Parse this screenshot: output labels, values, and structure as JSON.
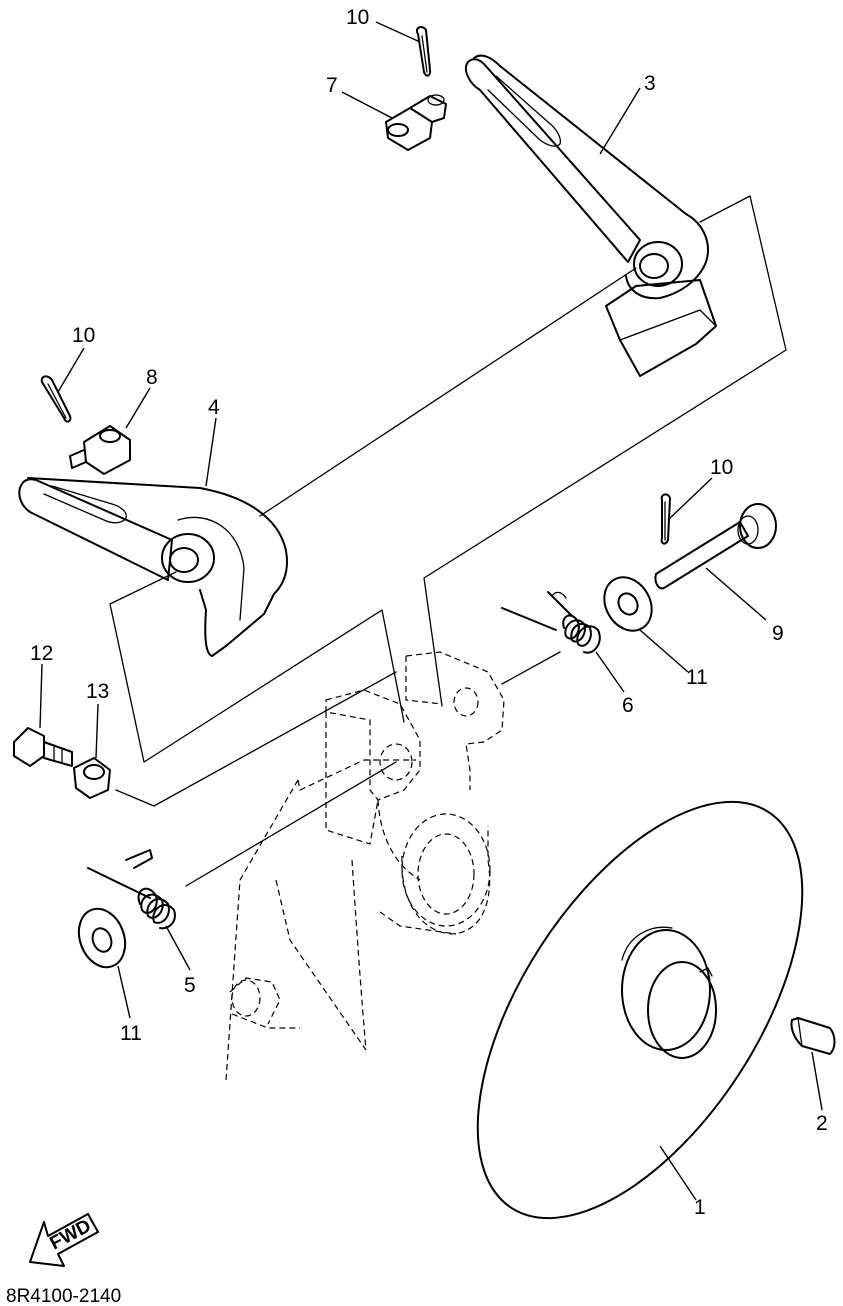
{
  "callouts": [
    {
      "id": "c1",
      "text": "1"
    },
    {
      "id": "c2",
      "text": "2"
    },
    {
      "id": "c3",
      "text": "3"
    },
    {
      "id": "c4",
      "text": "4"
    },
    {
      "id": "c5",
      "text": "5"
    },
    {
      "id": "c6",
      "text": "6"
    },
    {
      "id": "c7",
      "text": "7"
    },
    {
      "id": "c8",
      "text": "8"
    },
    {
      "id": "c9",
      "text": "9"
    },
    {
      "id": "c10a",
      "text": "10"
    },
    {
      "id": "c10b",
      "text": "10"
    },
    {
      "id": "c10c",
      "text": "10"
    },
    {
      "id": "c11a",
      "text": "11"
    },
    {
      "id": "c11b",
      "text": "11"
    },
    {
      "id": "c12",
      "text": "12"
    },
    {
      "id": "c13",
      "text": "13"
    }
  ],
  "direction_arrow": {
    "text": "FWD"
  },
  "diagram_code": "8R4100-2140"
}
